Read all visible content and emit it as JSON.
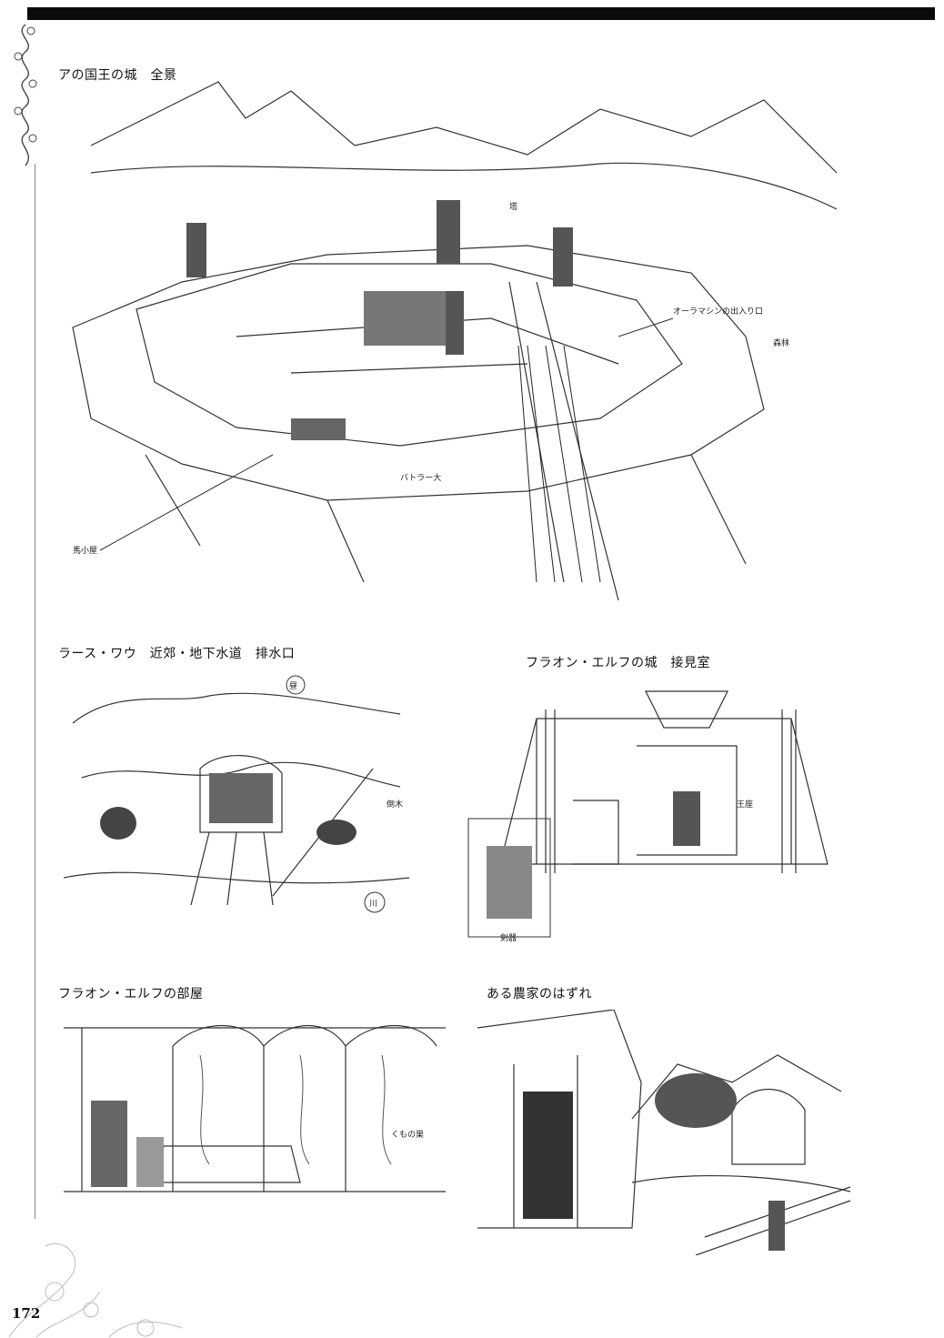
{
  "page": {
    "number": "172"
  },
  "sections": [
    {
      "caption": "アの国王の城　全景"
    },
    {
      "caption": "ラース・ワウ　近郊・地下水道　排水口"
    },
    {
      "caption": "フラオン・エルフの城　接見室"
    },
    {
      "caption": "フラオン・エルフの部屋"
    },
    {
      "caption": "ある農家のはずれ"
    }
  ],
  "annotations": {
    "castle": [
      "オーラマシンの出入り口",
      "森林",
      "馬小屋",
      "バトラー大",
      "塔"
    ],
    "drain": [
      "倒木",
      "川",
      "昼"
    ],
    "audience": [
      "王座",
      "剣器"
    ],
    "room": [
      "くもの巣"
    ]
  }
}
